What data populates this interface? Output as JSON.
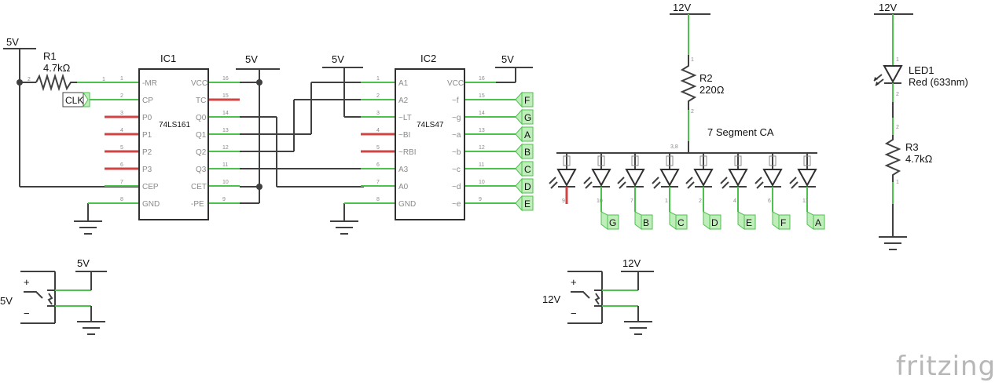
{
  "power": {
    "v5": "5V",
    "v12": "12V"
  },
  "ic1": {
    "ref": "IC1",
    "part": "74LS161",
    "left_pins": [
      {
        "num": "1",
        "name": "-MR"
      },
      {
        "num": "2",
        "name": "CP"
      },
      {
        "num": "3",
        "name": "P0"
      },
      {
        "num": "4",
        "name": "P1"
      },
      {
        "num": "5",
        "name": "P2"
      },
      {
        "num": "6",
        "name": "P3"
      },
      {
        "num": "7",
        "name": "CEP"
      },
      {
        "num": "8",
        "name": "GND"
      }
    ],
    "right_pins": [
      {
        "num": "16",
        "name": "VCC"
      },
      {
        "num": "15",
        "name": "TC"
      },
      {
        "num": "14",
        "name": "Q0"
      },
      {
        "num": "13",
        "name": "Q1"
      },
      {
        "num": "12",
        "name": "Q2"
      },
      {
        "num": "11",
        "name": "Q3"
      },
      {
        "num": "10",
        "name": "CET"
      },
      {
        "num": "9",
        "name": "-PE"
      }
    ]
  },
  "ic2": {
    "ref": "IC2",
    "part": "74LS47",
    "left_pins": [
      {
        "num": "1",
        "name": "A1"
      },
      {
        "num": "2",
        "name": "A2"
      },
      {
        "num": "3",
        "name": "~LT"
      },
      {
        "num": "4",
        "name": "~BI"
      },
      {
        "num": "5",
        "name": "~RBI"
      },
      {
        "num": "6",
        "name": "A3"
      },
      {
        "num": "7",
        "name": "A0"
      },
      {
        "num": "8",
        "name": "GND"
      }
    ],
    "right_pins": [
      {
        "num": "16",
        "name": "VCC"
      },
      {
        "num": "15",
        "name": "~f"
      },
      {
        "num": "14",
        "name": "~g"
      },
      {
        "num": "13",
        "name": "~a"
      },
      {
        "num": "12",
        "name": "~b"
      },
      {
        "num": "11",
        "name": "~c"
      },
      {
        "num": "10",
        "name": "~d"
      },
      {
        "num": "9",
        "name": "~e"
      }
    ]
  },
  "r1": {
    "ref": "R1",
    "value": "4.7kΩ",
    "pin_a": "2",
    "pin_b": "1"
  },
  "r2": {
    "ref": "R2",
    "value": "220Ω",
    "pin_a": "1",
    "pin_b": "2"
  },
  "r3": {
    "ref": "R3",
    "value": "4.7kΩ",
    "pin_a": "2",
    "pin_b": "1"
  },
  "led1": {
    "ref": "LED1",
    "value": "Red (633nm)",
    "pin_a": "1",
    "pin_b": "2"
  },
  "clk_label": "CLK",
  "ic2_net_tags": [
    "F",
    "G",
    "A",
    "B",
    "C",
    "D",
    "E"
  ],
  "display": {
    "name": "7 Segment CA",
    "common_pin": "3,8",
    "segment_pins": [
      "9",
      "10",
      "7",
      "1",
      "2",
      "4",
      "6",
      "11"
    ],
    "segment_tags": [
      "G",
      "B",
      "C",
      "D",
      "E",
      "F",
      "A"
    ]
  },
  "jacks": [
    {
      "label": "5V",
      "plus": "+",
      "minus": "−"
    },
    {
      "label": "12V",
      "plus": "+",
      "minus": "−"
    }
  ],
  "logo": "fritzing"
}
